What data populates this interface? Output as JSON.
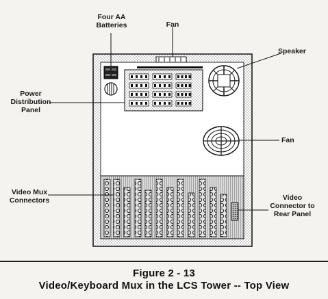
{
  "labels": {
    "batteries": [
      "Four AA",
      "Batteries"
    ],
    "fan_top": "Fan",
    "speaker": "Speaker",
    "power_panel": [
      "Power",
      "Distribution",
      "Panel"
    ],
    "fan_right": "Fan",
    "video_mux": [
      "Video Mux",
      "Connectors"
    ],
    "video_connector": [
      "Video",
      "Connector to",
      "Rear Panel"
    ]
  },
  "caption": {
    "figure": "Figure 2 - 13",
    "title": "Video/Keyboard Mux in the LCS Tower -- Top View"
  }
}
